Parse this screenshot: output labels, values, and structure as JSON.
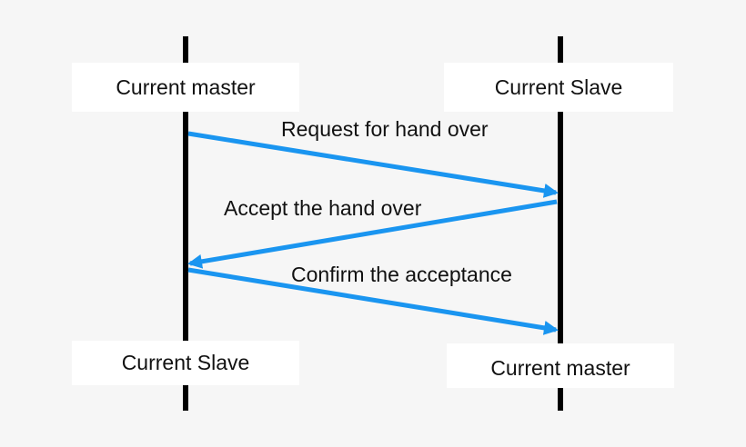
{
  "lifelines": {
    "left": {
      "top_role": "Current master",
      "bottom_role": "Current Slave"
    },
    "right": {
      "top_role": "Current Slave",
      "bottom_role": "Current master"
    }
  },
  "messages": [
    {
      "label": "Request for hand over",
      "from": "left",
      "to": "right"
    },
    {
      "label": "Accept the hand over",
      "from": "right",
      "to": "left"
    },
    {
      "label": "Confirm the acceptance",
      "from": "left",
      "to": "right"
    }
  ],
  "colors": {
    "background": "#f6f6f6",
    "box": "#ffffff",
    "lifeline": "#000000",
    "arrow": "#1a95f0",
    "text": "#111111"
  }
}
